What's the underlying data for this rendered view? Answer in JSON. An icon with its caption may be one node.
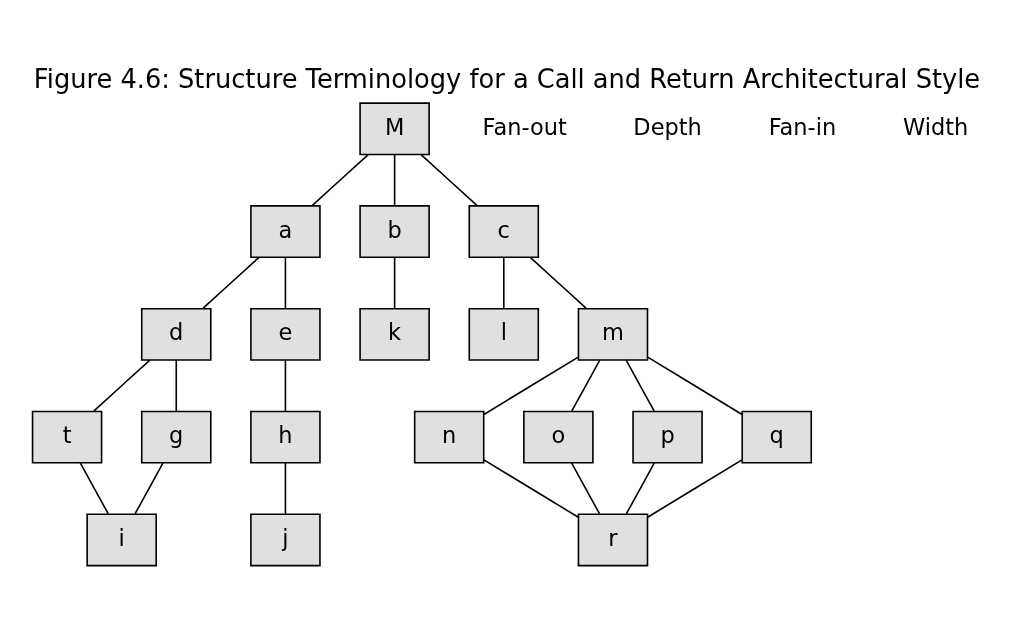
{
  "diagram": {
    "title": "Figure 4.6: Structure Terminology for a Call and Return Architectural Style",
    "nodes": [
      {
        "text": [
          "M"
        ]
      },
      {
        "text": [
          "a"
        ]
      },
      {
        "text": [
          "b"
        ]
      },
      {
        "text": [
          "c"
        ]
      },
      {
        "text": [
          "d"
        ]
      },
      {
        "text": [
          "e"
        ]
      },
      {
        "text": [
          "k"
        ]
      },
      {
        "text": [
          "l"
        ]
      },
      {
        "text": [
          "m"
        ]
      },
      {
        "text": [
          "t"
        ]
      },
      {
        "text": [
          "g"
        ]
      },
      {
        "text": [
          "h"
        ]
      },
      {
        "text": [
          "n"
        ]
      },
      {
        "text": [
          "o"
        ]
      },
      {
        "text": [
          "p"
        ]
      },
      {
        "text": [
          "q"
        ]
      },
      {
        "text": [
          "i"
        ]
      },
      {
        "text": [
          "j"
        ]
      },
      {
        "text": [
          "r"
        ]
      }
    ],
    "edges": [
      {
        "from": 0,
        "to": 1,
        "arrow": "none"
      },
      {
        "from": 0,
        "to": 2,
        "arrow": "none"
      },
      {
        "from": 0,
        "to": 3,
        "arrow": "none"
      },
      {
        "from": 1,
        "to": 4,
        "arrow": "none"
      },
      {
        "from": 1,
        "to": 5,
        "arrow": "none"
      },
      {
        "from": 2,
        "to": 6,
        "arrow": "none"
      },
      {
        "from": 3,
        "to": 7,
        "arrow": "none"
      },
      {
        "from": 3,
        "to": 8,
        "arrow": "none"
      },
      {
        "from": 4,
        "to": 9,
        "arrow": "none"
      },
      {
        "from": 4,
        "to": 10,
        "arrow": "none"
      },
      {
        "from": 5,
        "to": 11,
        "arrow": "none"
      },
      {
        "from": 8,
        "to": 12,
        "arrow": "none"
      },
      {
        "from": 8,
        "to": 13,
        "arrow": "none"
      },
      {
        "from": 8,
        "to": 14,
        "arrow": "none"
      },
      {
        "from": 8,
        "to": 15,
        "arrow": "none"
      },
      {
        "from": 9,
        "to": 16,
        "arrow": "none"
      },
      {
        "from": 10,
        "to": 16,
        "arrow": "none"
      },
      {
        "from": 11,
        "to": 17,
        "arrow": "none"
      },
      {
        "from": 12,
        "to": 18,
        "arrow": "none"
      },
      {
        "from": 13,
        "to": 18,
        "arrow": "none"
      },
      {
        "from": 14,
        "to": 18,
        "arrow": "none"
      },
      {
        "from": 15,
        "to": 18,
        "arrow": "none"
      }
    ],
    "labels": [
      "Fan-out",
      "Depth",
      "Fan-in",
      "Width"
    ]
  }
}
